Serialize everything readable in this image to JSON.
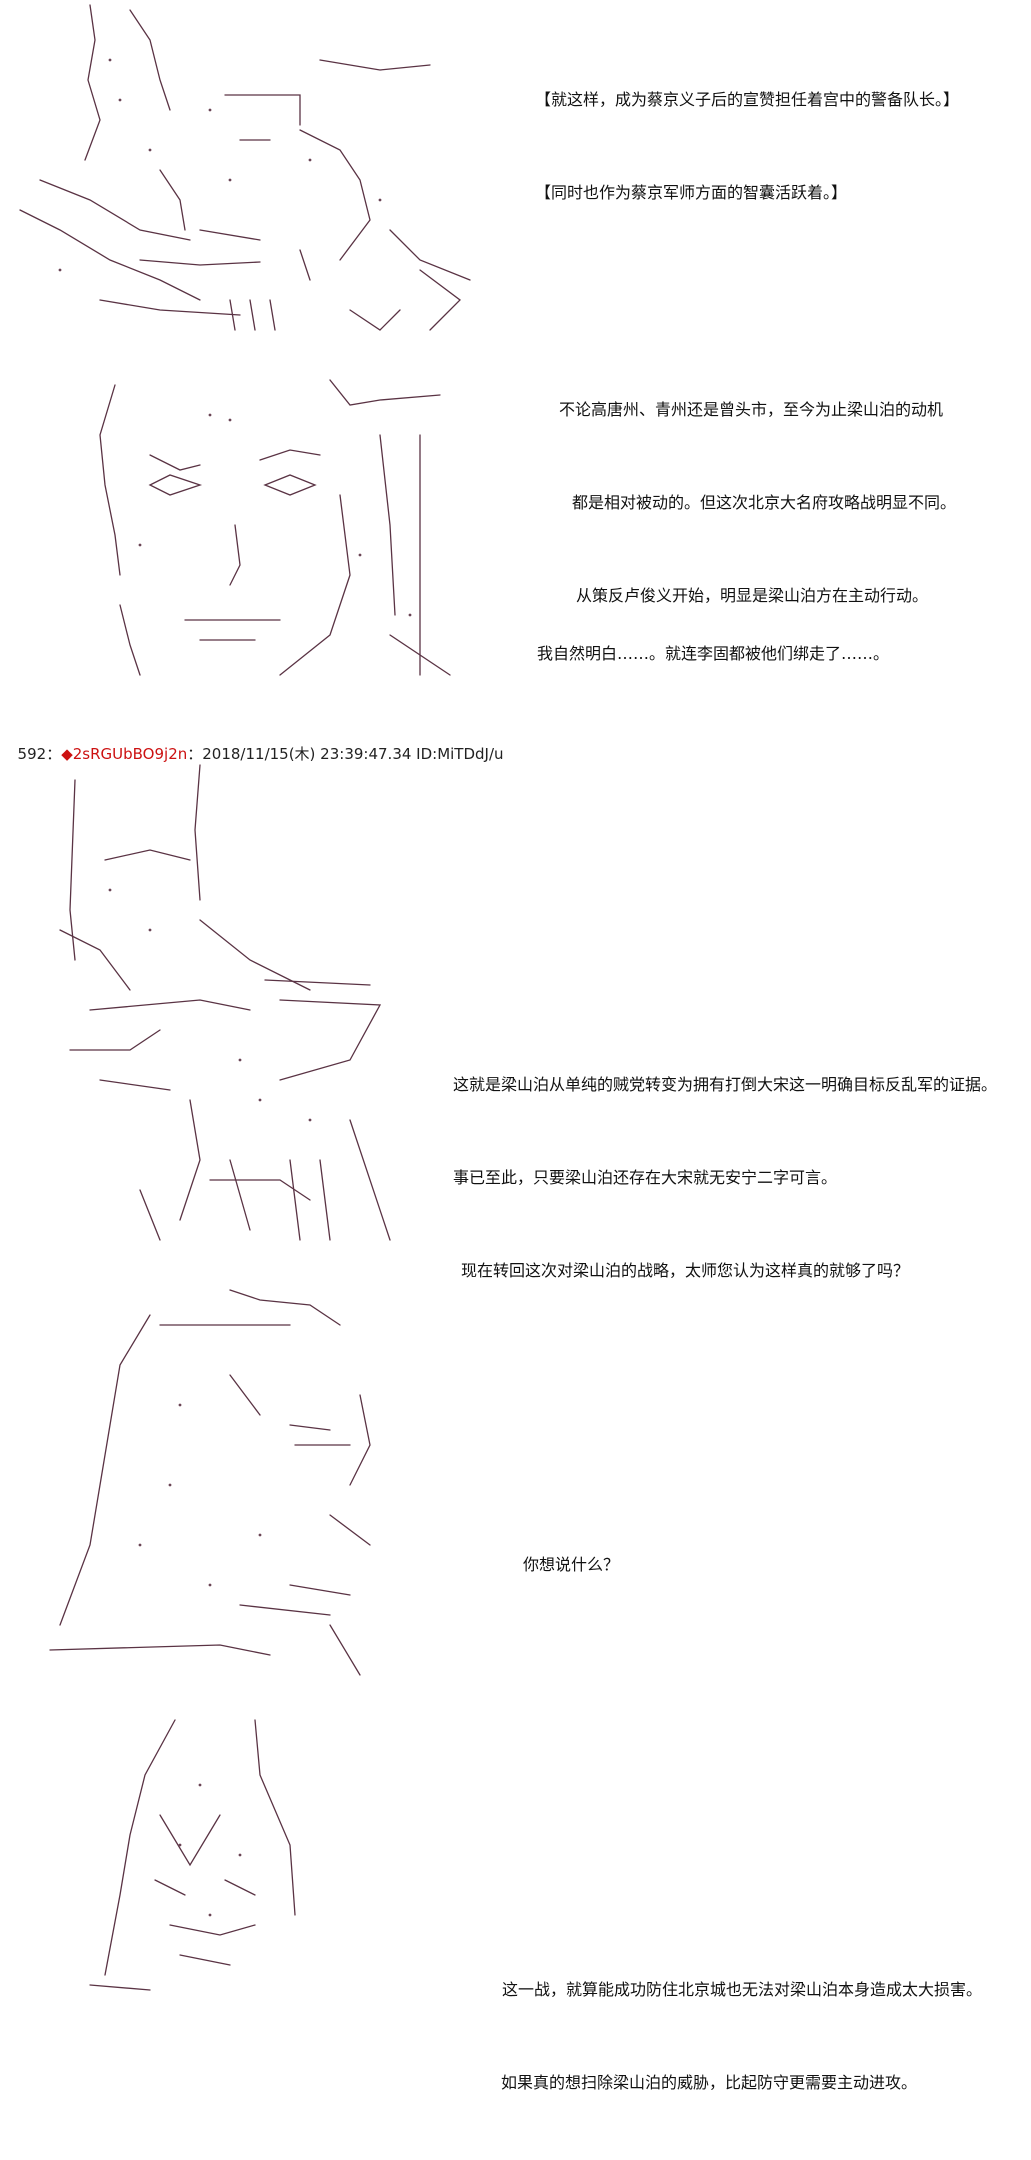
{
  "panels": [
    {
      "id": "panel-1",
      "lines": [
        "【就这样，成为蔡京义子后的宣赞担任着宫中的警备队长。】",
        "【同时也作为蔡京军师方面的智囊活跃着。】",
        "",
        "不论高唐州、青州还是曾头市，至今为止梁山泊的动机",
        "都是相对被动的。但这次北京大名府攻略战明显不同。",
        "从策反卢俊义开始，明显是梁山泊方在主动行动。"
      ]
    },
    {
      "id": "panel-2",
      "lines": [
        "我自然明白……。就连李固都被他们绑走了……。"
      ]
    },
    {
      "id": "panel-3",
      "lines": [
        "这就是梁山泊从单纯的贼党转变为拥有打倒大宋这一明确目标反乱军的证据。",
        "事已至此，只要梁山泊还存在大宋就无安宁二字可言。",
        "现在转回这次对梁山泊的战略，太师您认为这样真的就够了吗？"
      ]
    },
    {
      "id": "panel-4",
      "lines": [
        "你想说什么？"
      ]
    },
    {
      "id": "panel-5",
      "lines": [
        "这一战，就算能成功防住北京城也无法对梁山泊本身造成太大损害。",
        "如果真的想扫除梁山泊的威胁，比起防守更需要主动进攻。"
      ]
    }
  ],
  "post_header": {
    "number": "592",
    "separator": "：",
    "trip": "◆2sRGUbBO9j2n",
    "datetime": "：2018/11/15(木) 23:39:47.34 ID:MiTDdJ/u"
  }
}
